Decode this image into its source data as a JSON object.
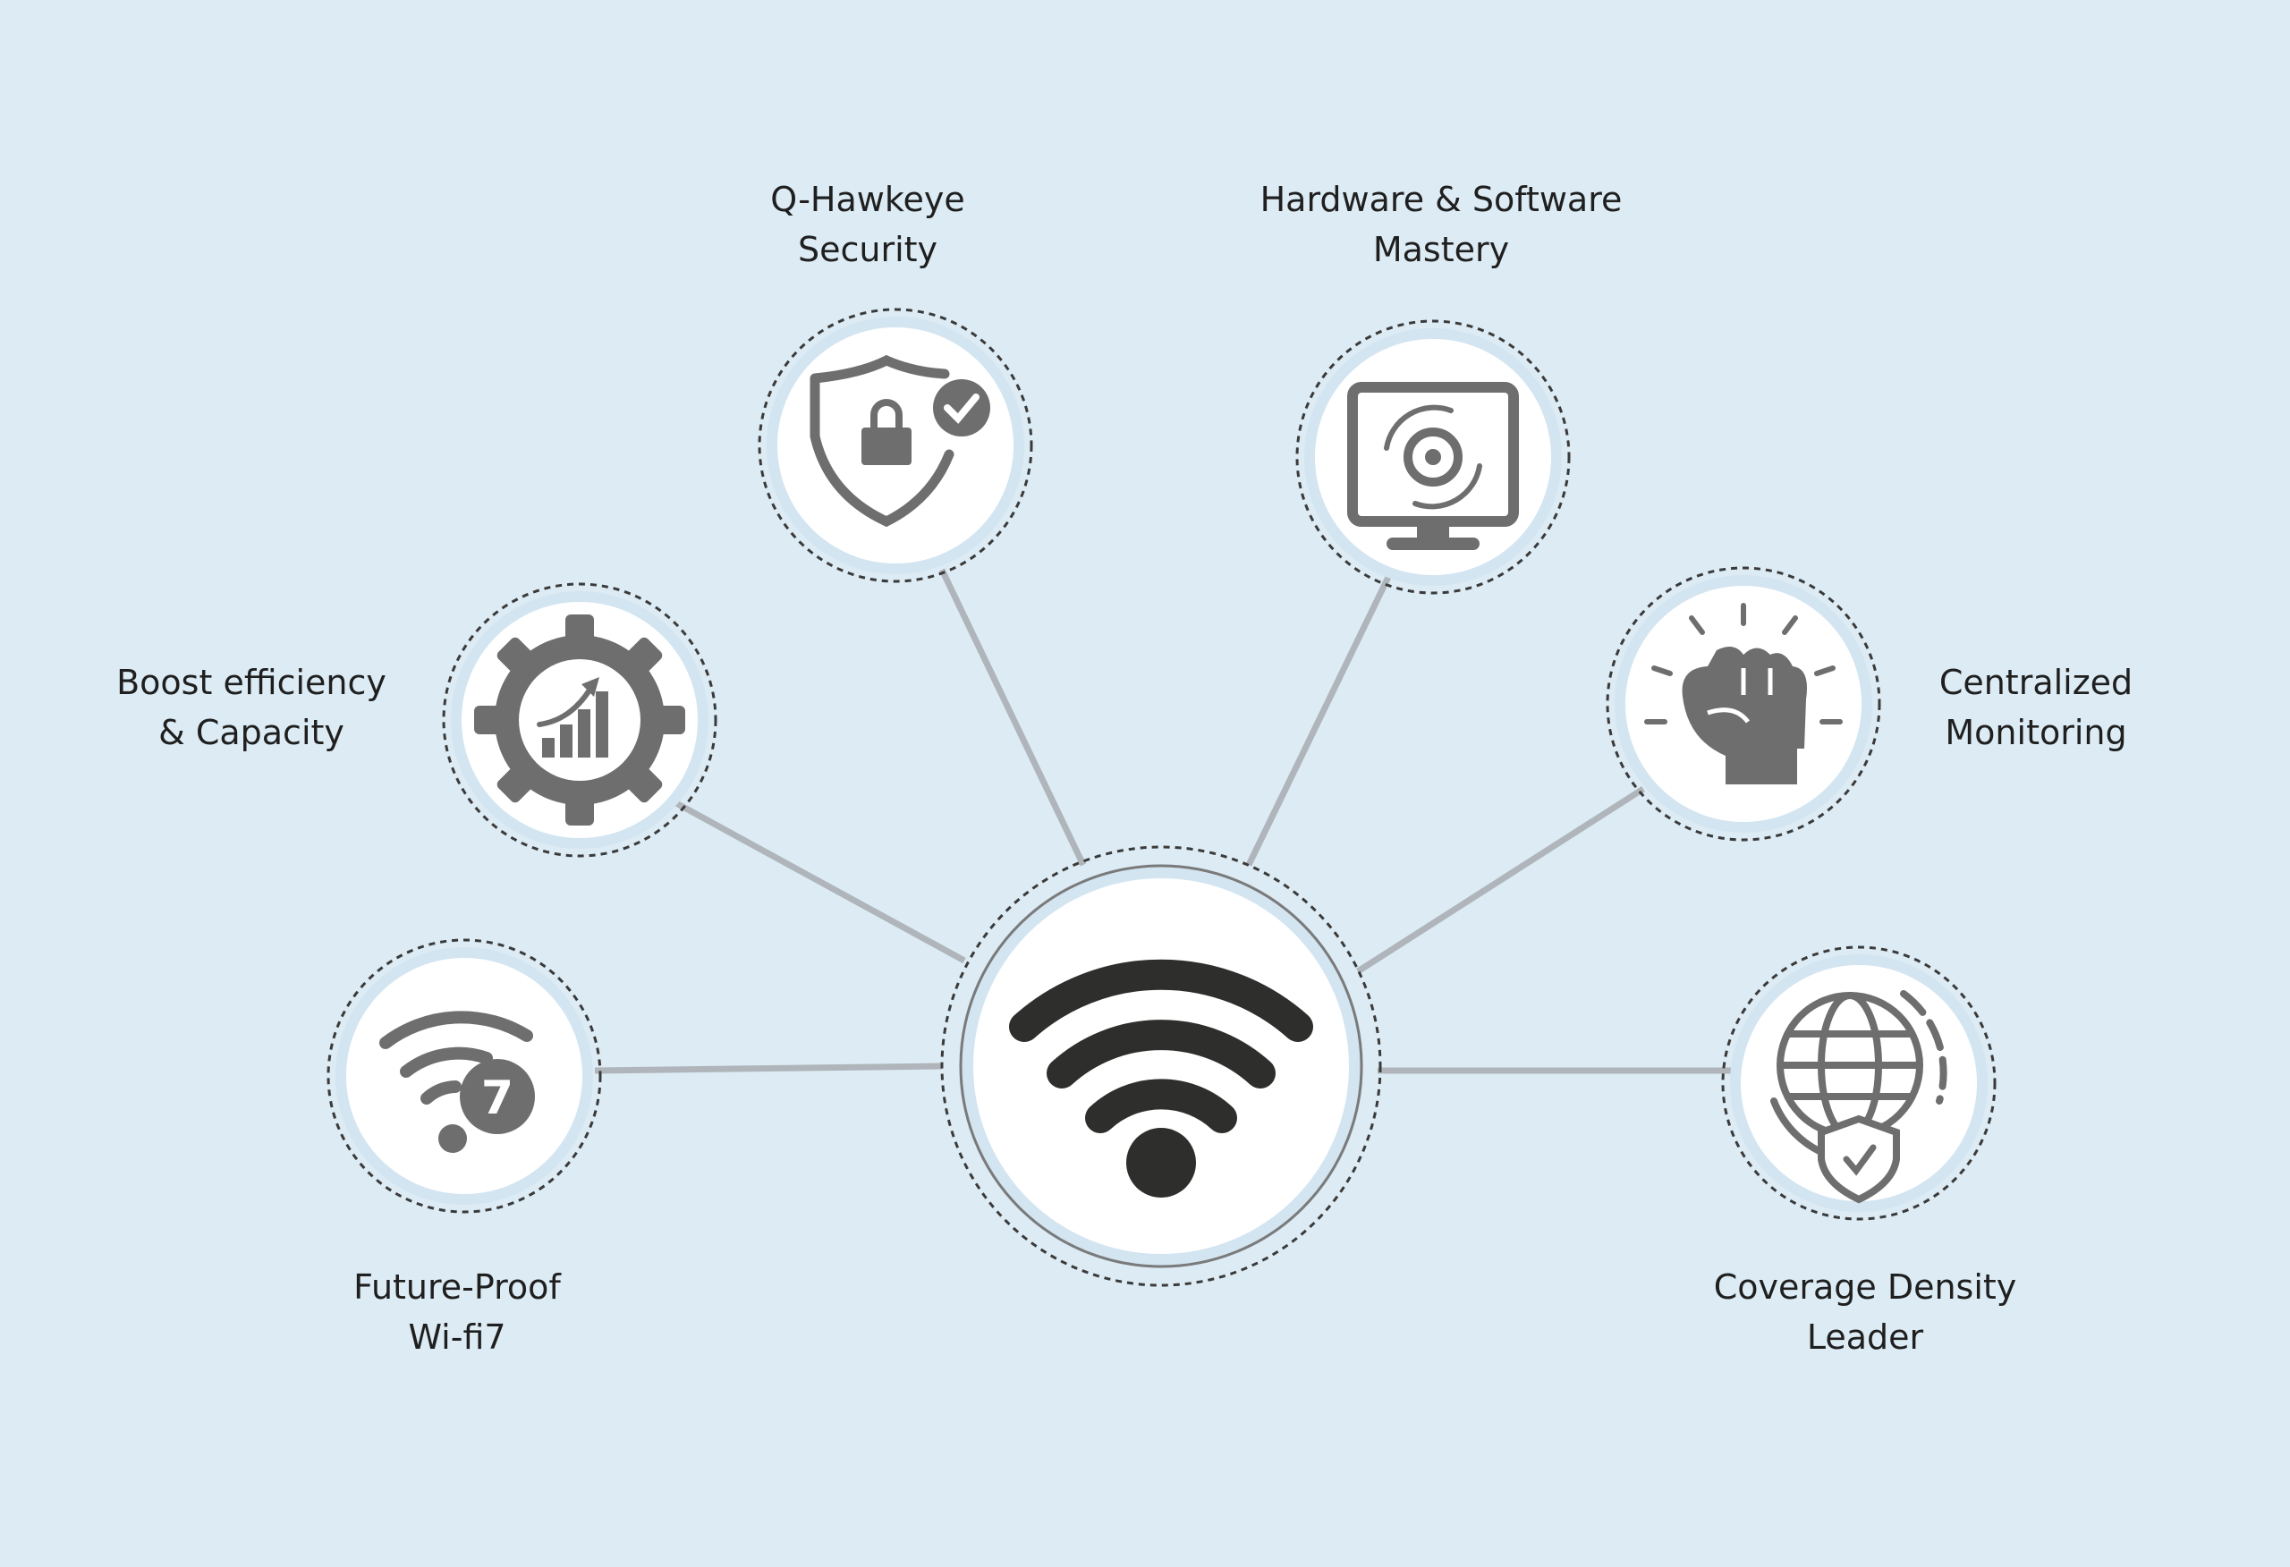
{
  "diagram": {
    "center": {
      "label": "wifi-hub",
      "icon": "wifi-icon"
    },
    "nodes": [
      {
        "id": "q-hawkeye",
        "line1": "Q-Hawkeye",
        "line2": "Security",
        "icon": "shield-lock-check-icon"
      },
      {
        "id": "hardware-software",
        "line1": "Hardware & Software",
        "line2": "Mastery",
        "icon": "monitor-gear-icon"
      },
      {
        "id": "boost",
        "line1": "Boost efficiency",
        "line2": "& Capacity",
        "icon": "gear-growth-chart-icon"
      },
      {
        "id": "monitoring",
        "line1": "Centralized",
        "line2": "Monitoring",
        "icon": "raised-fist-icon"
      },
      {
        "id": "wifi7",
        "line1": "Future-Proof",
        "line2": "Wi-fi7",
        "icon": "wifi-7-icon",
        "badge": "7"
      },
      {
        "id": "coverage",
        "line1": "Coverage Density",
        "line2": "Leader",
        "icon": "globe-shield-icon"
      }
    ],
    "colors": {
      "background": "#dcebf4",
      "icon": "#6e6e6e",
      "center_icon": "#2e2e2c",
      "connector": "#afb5ba"
    }
  }
}
